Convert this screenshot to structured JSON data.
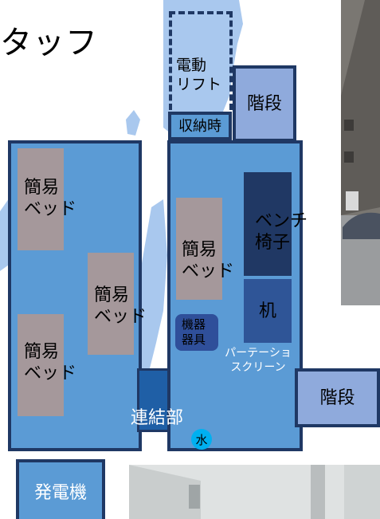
{
  "title": "タッフ",
  "labels": {
    "electric_lift": "電動\nリフト",
    "storage": "収納時",
    "stairs": "階段",
    "bed": "簡易\nベッド",
    "bench": "ベンチ\n椅子",
    "desk": "机",
    "equipment": "機器\n器具",
    "partition": "パーテーショ\nスクリーン",
    "connector": "連結部",
    "water": "水",
    "generator": "発電機"
  },
  "colors": {
    "building_fill": "#5b9bd5",
    "building_border": "#1f3864",
    "bed": "#a5989b",
    "stairs": "#8faadc",
    "bench": "#203864",
    "desk": "#2f5597",
    "water": "#00b0f0",
    "map_land": "#a9c8ee"
  }
}
